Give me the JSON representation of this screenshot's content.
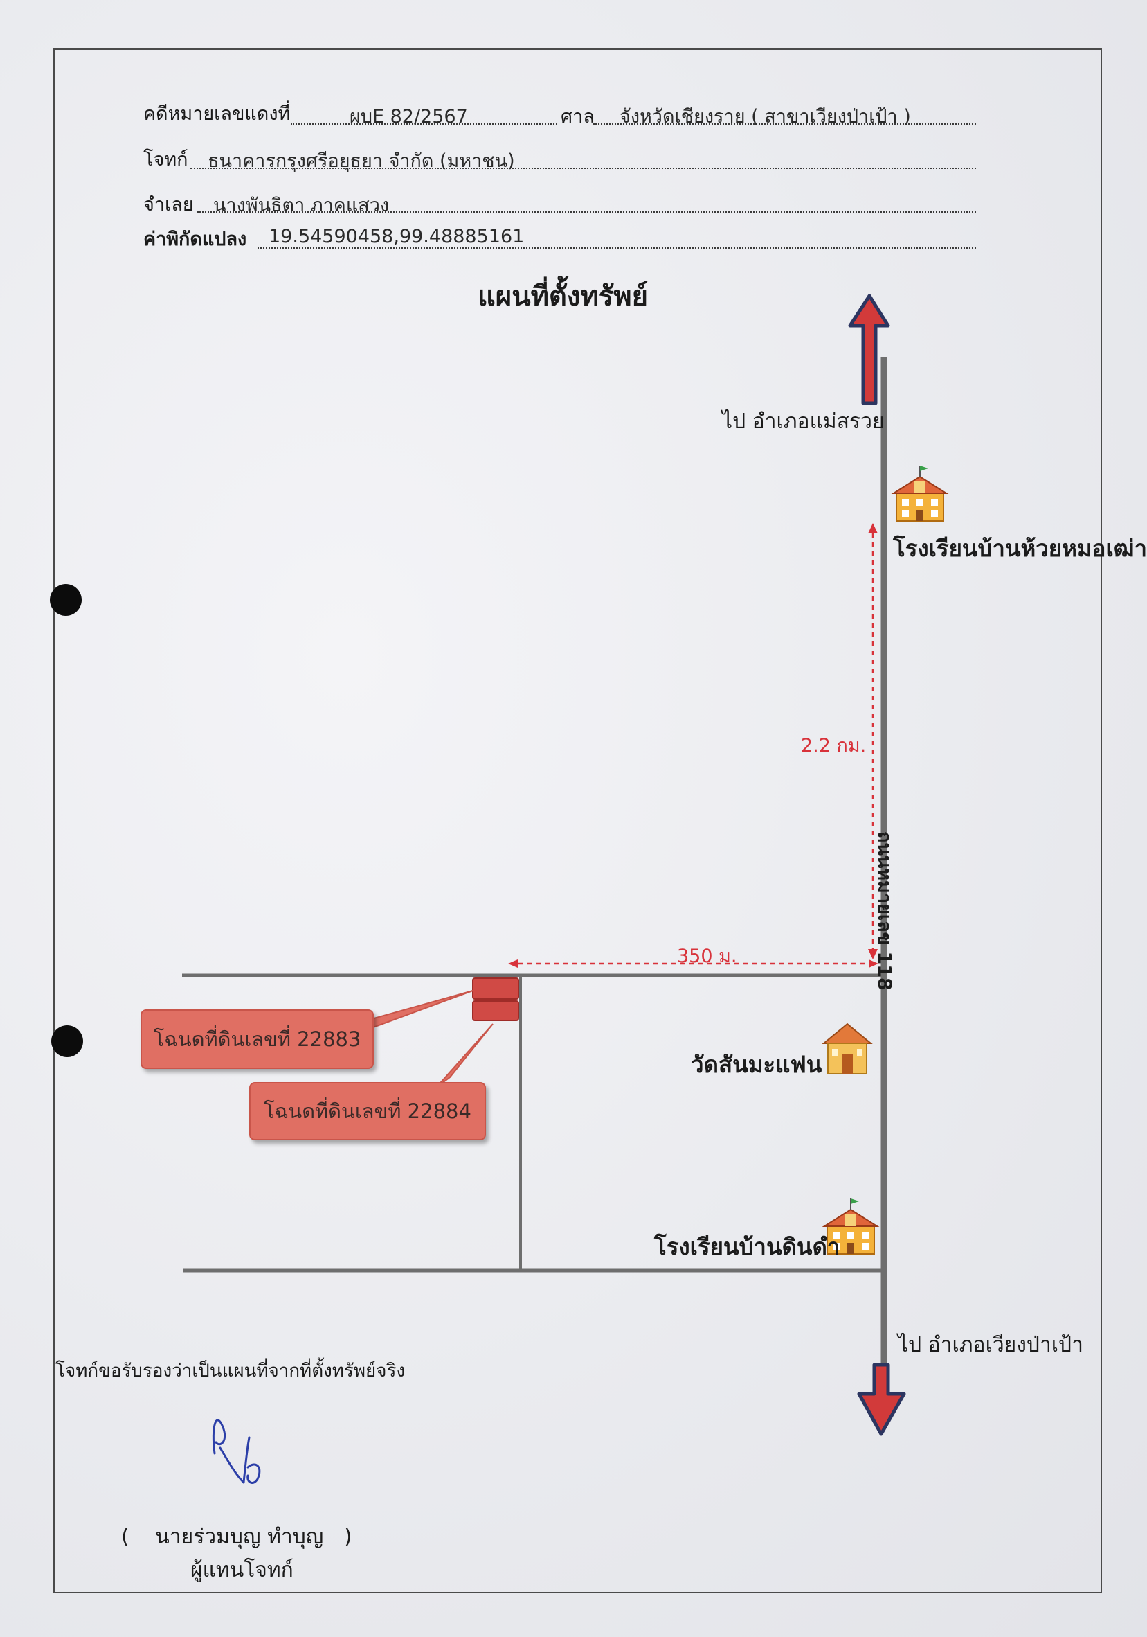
{
  "header": {
    "case_label": "คดีหมายเลขแดงที่",
    "case_value": "ผบE 82/2567",
    "court_label": "ศาล",
    "court_value": "จังหวัดเชียงราย ( สาขาเวียงป่าเป้า )",
    "plaintiff_label": "โจทก์",
    "plaintiff_value": "ธนาคารกรุงศรีอยุธยา จำกัด (มหาชน)",
    "defendant_label": "จำเลย",
    "defendant_value": "นางพันธิตา ภาคแสวง",
    "coord_label": "ค่าพิกัดแปลง",
    "coord_value": "19.54590458,99.48885161"
  },
  "map": {
    "title": "แผนที่ตั้งทรัพย์",
    "to_north": "ไป อำเภอแม่สรวย",
    "to_south": "ไป อำเภอเวียงป่าเป้า",
    "school_north": "โรงเรียนบ้านห้วยหมอเฒ่า",
    "distance_north": "2.2 กม.",
    "road_name": "ถนนหมายเลข 118",
    "distance_west": "350 ม.",
    "temple": "วัดสันมะแฟน",
    "school_south": "โรงเรียนบ้านดินดำ",
    "deed_1": "โฉนดที่ดินเลขที่ 22883",
    "deed_2": "โฉนดที่ดินเลขที่ 22884",
    "colors": {
      "road": "#6e6e6e",
      "arrow_fill": "#d23a3a",
      "arrow_stroke": "#2c3560",
      "parcel": "#d04a45",
      "callout": "#e06f63",
      "dimension": "#d8323a"
    }
  },
  "footer": {
    "certification": "โจทก์ขอรับรองว่าเป็นแผนที่จากที่ตั้งทรัพย์จริง",
    "signer_open": "(",
    "signer_name": "นายร่วมบุญ  ทำบุญ",
    "signer_close": ")",
    "signer_role": "ผู้แทนโจทก์"
  }
}
